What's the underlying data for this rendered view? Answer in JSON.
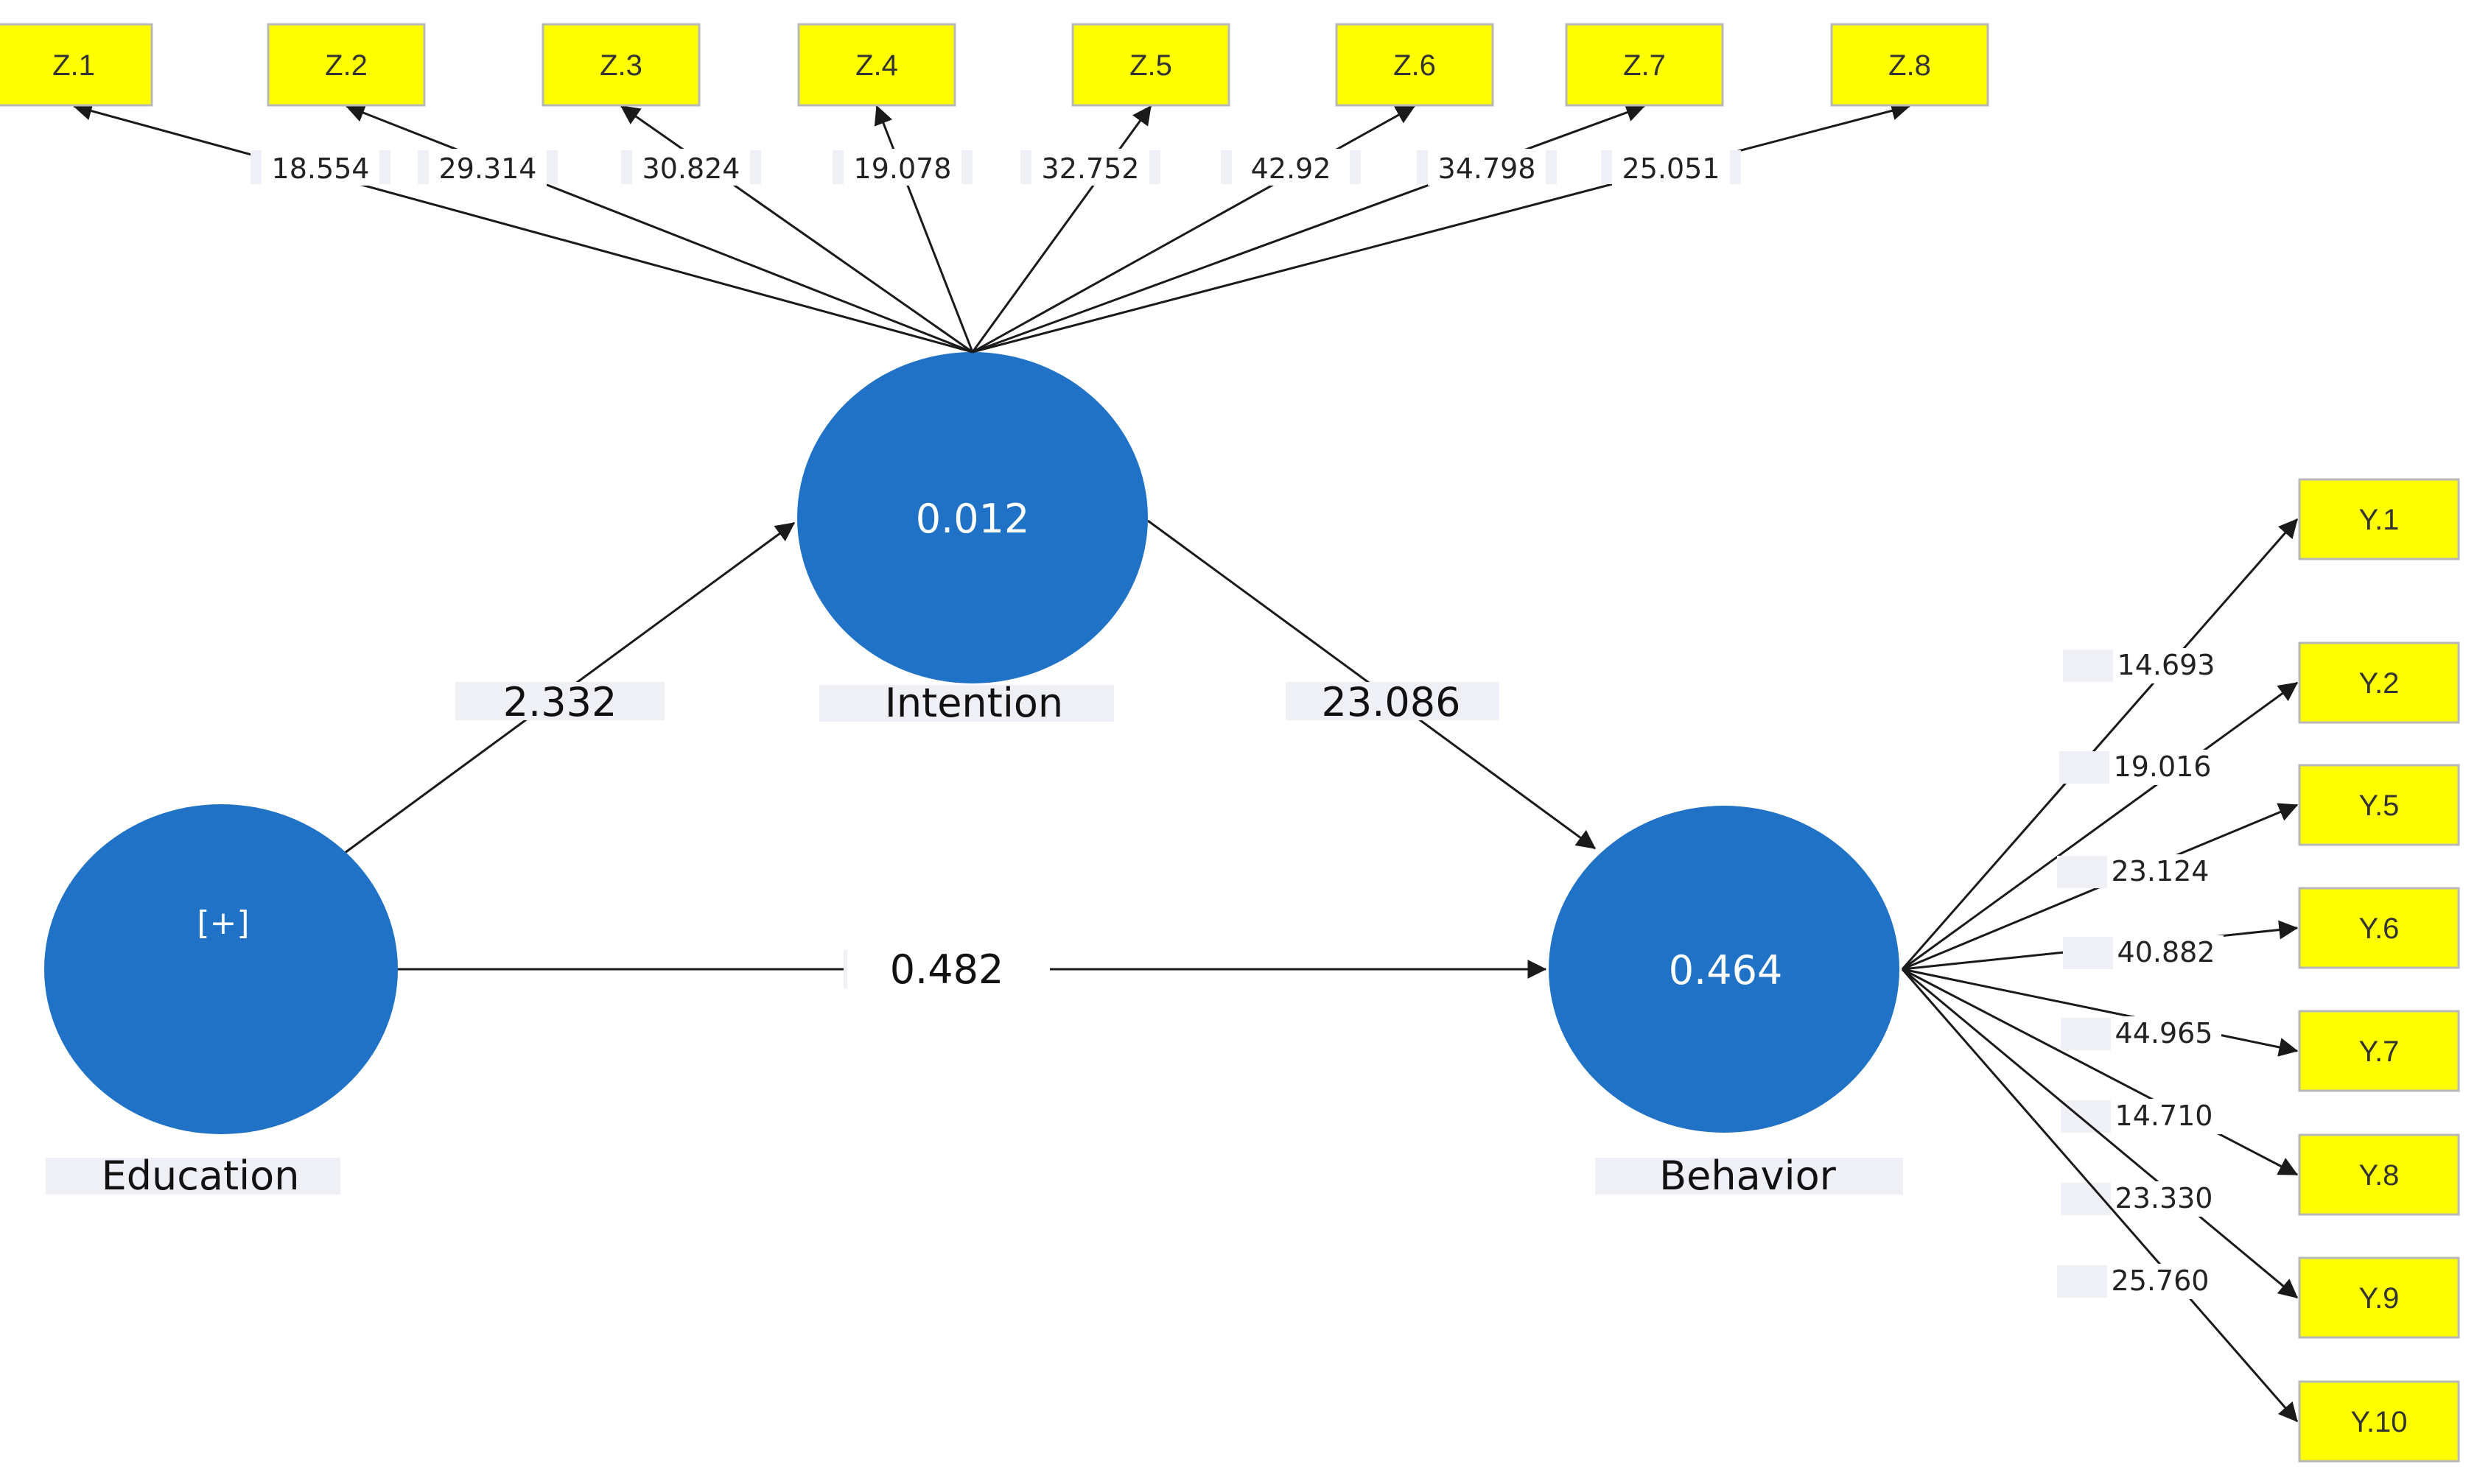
{
  "colors": {
    "latent_fill": "#1F72C6",
    "indicator_fill": "#FFFF00",
    "indicator_stroke": "#B8B8B8",
    "arrow": "#1a1a1a",
    "label_bg": "#EEF0F6"
  },
  "latents": {
    "intention": {
      "name": "Intention",
      "value": "0.012"
    },
    "education": {
      "name": "Education",
      "value": "[+]"
    },
    "behavior": {
      "name": "Behavior",
      "value": "0.464"
    }
  },
  "paths": {
    "edu_int": "2.332",
    "int_beh": "23.086",
    "edu_beh": "0.482"
  },
  "z_indicators": [
    {
      "label": "Z.1",
      "weight": "18.554"
    },
    {
      "label": "Z.2",
      "weight": "29.314"
    },
    {
      "label": "Z.3",
      "weight": "30.824"
    },
    {
      "label": "Z.4",
      "weight": "19.078"
    },
    {
      "label": "Z.5",
      "weight": "32.752"
    },
    {
      "label": "Z.6",
      "weight": "42.92"
    },
    {
      "label": "Z.7",
      "weight": "34.798"
    },
    {
      "label": "Z.8",
      "weight": "25.051"
    }
  ],
  "y_indicators": [
    {
      "label": "Y.1",
      "weight": "14.693"
    },
    {
      "label": "Y.2",
      "weight": "19.016"
    },
    {
      "label": "Y.5",
      "weight": "23.124"
    },
    {
      "label": "Y.6",
      "weight": "40.882"
    },
    {
      "label": "Y.7",
      "weight": "44.965"
    },
    {
      "label": "Y.8",
      "weight": "14.710"
    },
    {
      "label": "Y.9",
      "weight": "23.330"
    },
    {
      "label": "Y.10",
      "weight": "25.760"
    }
  ]
}
